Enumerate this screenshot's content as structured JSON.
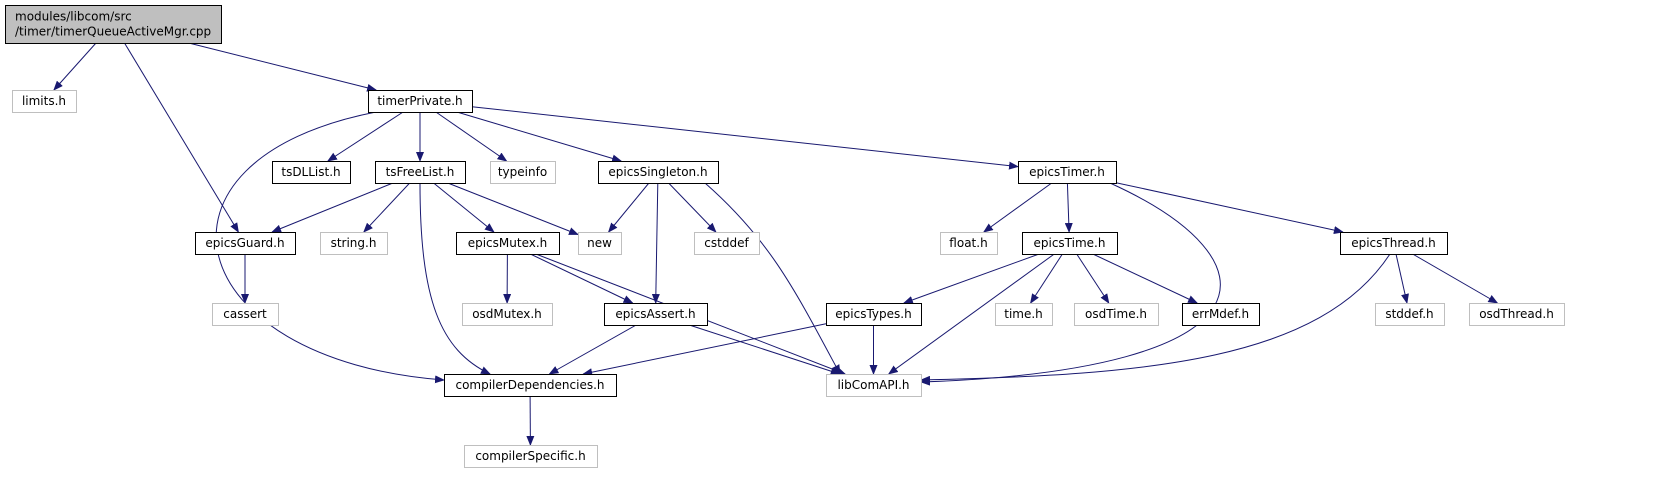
{
  "diagram": {
    "colors": {
      "edge": "#191970",
      "documented_border": "#000000",
      "external_border": "#bfbfbf",
      "root_fill": "#bfbfbf"
    },
    "nodes": {
      "root": {
        "lines": [
          "modules/libcom/src",
          "/timer/timerQueueActiveMgr.cpp"
        ],
        "kind": "root"
      },
      "limits": {
        "lines": [
          "limits.h"
        ],
        "kind": "external"
      },
      "timerPrivate": {
        "lines": [
          "timerPrivate.h"
        ],
        "kind": "documented"
      },
      "tsDLList": {
        "lines": [
          "tsDLList.h"
        ],
        "kind": "documented"
      },
      "tsFreeList": {
        "lines": [
          "tsFreeList.h"
        ],
        "kind": "documented"
      },
      "typeinfo": {
        "lines": [
          "typeinfo"
        ],
        "kind": "external"
      },
      "epicsSingleton": {
        "lines": [
          "epicsSingleton.h"
        ],
        "kind": "documented"
      },
      "epicsTimer": {
        "lines": [
          "epicsTimer.h"
        ],
        "kind": "documented"
      },
      "epicsGuard": {
        "lines": [
          "epicsGuard.h"
        ],
        "kind": "documented"
      },
      "stringh": {
        "lines": [
          "string.h"
        ],
        "kind": "external"
      },
      "epicsMutex": {
        "lines": [
          "epicsMutex.h"
        ],
        "kind": "documented"
      },
      "newh": {
        "lines": [
          "new"
        ],
        "kind": "external"
      },
      "cstddef": {
        "lines": [
          "cstddef"
        ],
        "kind": "external"
      },
      "floath": {
        "lines": [
          "float.h"
        ],
        "kind": "external"
      },
      "epicsTime": {
        "lines": [
          "epicsTime.h"
        ],
        "kind": "documented"
      },
      "epicsThread": {
        "lines": [
          "epicsThread.h"
        ],
        "kind": "documented"
      },
      "cassert": {
        "lines": [
          "cassert"
        ],
        "kind": "external"
      },
      "osdMutex": {
        "lines": [
          "osdMutex.h"
        ],
        "kind": "external"
      },
      "epicsAssert": {
        "lines": [
          "epicsAssert.h"
        ],
        "kind": "documented"
      },
      "epicsTypes": {
        "lines": [
          "epicsTypes.h"
        ],
        "kind": "documented"
      },
      "timeh": {
        "lines": [
          "time.h"
        ],
        "kind": "external"
      },
      "osdTime": {
        "lines": [
          "osdTime.h"
        ],
        "kind": "external"
      },
      "errMdef": {
        "lines": [
          "errMdef.h"
        ],
        "kind": "documented"
      },
      "stddef": {
        "lines": [
          "stddef.h"
        ],
        "kind": "external"
      },
      "osdThread": {
        "lines": [
          "osdThread.h"
        ],
        "kind": "external"
      },
      "compilerDependencies": {
        "lines": [
          "compilerDependencies.h"
        ],
        "kind": "documented"
      },
      "libComAPI": {
        "lines": [
          "libComAPI.h"
        ],
        "kind": "external"
      },
      "compilerSpecific": {
        "lines": [
          "compilerSpecific.h"
        ],
        "kind": "external"
      }
    },
    "edges": [
      [
        "root",
        "limits"
      ],
      [
        "root",
        "epicsGuard"
      ],
      [
        "root",
        "timerPrivate"
      ],
      [
        "timerPrivate",
        "tsDLList"
      ],
      [
        "timerPrivate",
        "tsFreeList"
      ],
      [
        "timerPrivate",
        "typeinfo"
      ],
      [
        "timerPrivate",
        "epicsSingleton"
      ],
      [
        "timerPrivate",
        "epicsTimer"
      ],
      [
        "timerPrivate",
        "compilerDependencies"
      ],
      [
        "tsFreeList",
        "epicsGuard"
      ],
      [
        "tsFreeList",
        "stringh"
      ],
      [
        "tsFreeList",
        "epicsMutex"
      ],
      [
        "tsFreeList",
        "newh"
      ],
      [
        "tsFreeList",
        "compilerDependencies"
      ],
      [
        "epicsSingleton",
        "newh"
      ],
      [
        "epicsSingleton",
        "cstddef"
      ],
      [
        "epicsSingleton",
        "epicsAssert"
      ],
      [
        "epicsSingleton",
        "libComAPI"
      ],
      [
        "epicsTimer",
        "floath"
      ],
      [
        "epicsTimer",
        "epicsTime"
      ],
      [
        "epicsTimer",
        "epicsThread"
      ],
      [
        "epicsTimer",
        "libComAPI"
      ],
      [
        "epicsGuard",
        "cassert"
      ],
      [
        "epicsMutex",
        "osdMutex"
      ],
      [
        "epicsMutex",
        "epicsAssert"
      ],
      [
        "epicsMutex",
        "libComAPI"
      ],
      [
        "epicsTime",
        "epicsTypes"
      ],
      [
        "epicsTime",
        "timeh"
      ],
      [
        "epicsTime",
        "osdTime"
      ],
      [
        "epicsTime",
        "errMdef"
      ],
      [
        "epicsTime",
        "libComAPI"
      ],
      [
        "epicsThread",
        "stddef"
      ],
      [
        "epicsThread",
        "osdThread"
      ],
      [
        "epicsThread",
        "libComAPI"
      ],
      [
        "epicsAssert",
        "compilerDependencies"
      ],
      [
        "epicsAssert",
        "libComAPI"
      ],
      [
        "epicsTypes",
        "compilerDependencies"
      ],
      [
        "epicsTypes",
        "libComAPI"
      ],
      [
        "compilerDependencies",
        "compilerSpecific"
      ]
    ]
  }
}
